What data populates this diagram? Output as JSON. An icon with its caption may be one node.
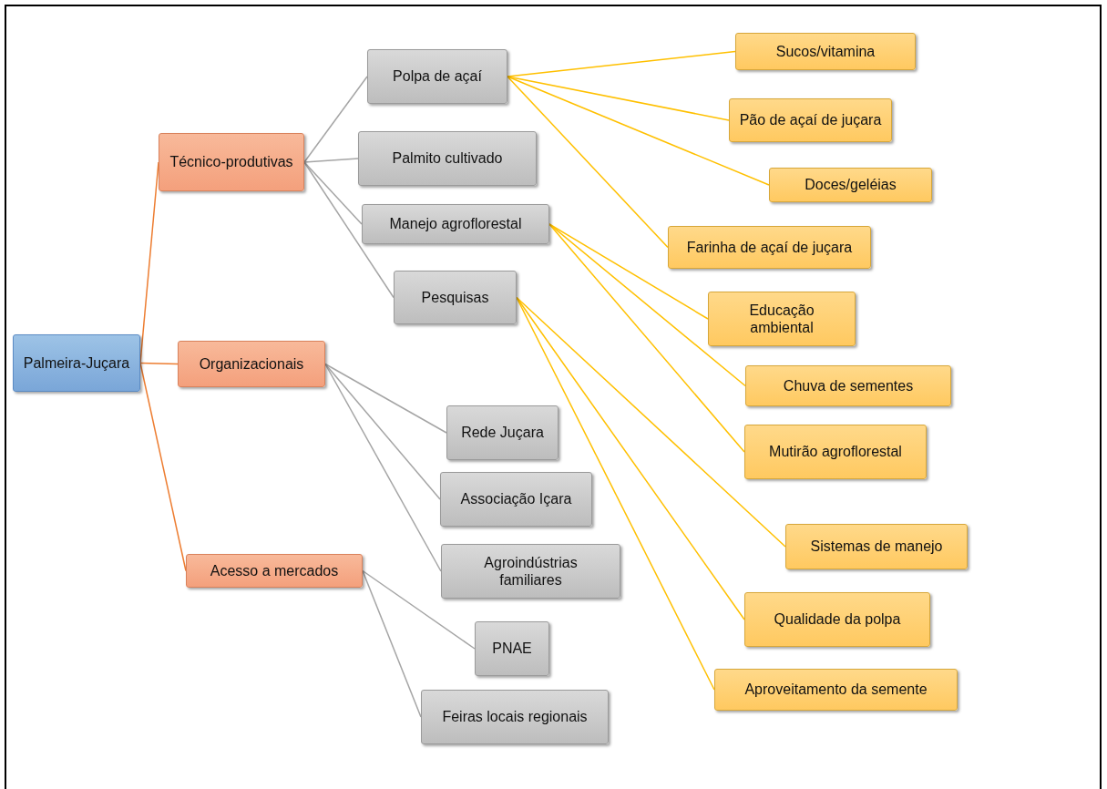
{
  "diagram": {
    "nodes": [
      {
        "text": [
          "Palmeira-Juçara"
        ]
      },
      {
        "text": [
          "Técnico-produtivas"
        ]
      },
      {
        "text": [
          "Organizacionais"
        ]
      },
      {
        "text": [
          "Acesso a mercados"
        ]
      },
      {
        "text": [
          "Polpa de açaí"
        ]
      },
      {
        "text": [
          "Palmito cultivado"
        ]
      },
      {
        "text": [
          "Manejo agroflorestal"
        ]
      },
      {
        "text": [
          "Pesquisas"
        ]
      },
      {
        "text": [
          "Sucos/vitamina"
        ]
      },
      {
        "text": [
          "Pão de açaí de juçara"
        ]
      },
      {
        "text": [
          "Doces/geléias"
        ]
      },
      {
        "text": [
          "Farinha de açaí de juçara"
        ]
      },
      {
        "text": [
          "Educação ambiental"
        ]
      },
      {
        "text": [
          "Chuva de sementes"
        ]
      },
      {
        "text": [
          "Mutirão agroflorestal"
        ]
      },
      {
        "text": [
          "Sistemas de manejo"
        ]
      },
      {
        "text": [
          "Qualidade da polpa"
        ]
      },
      {
        "text": [
          "Aproveitamento da semente"
        ]
      },
      {
        "text": [
          "Rede Juçara"
        ]
      },
      {
        "text": [
          "Associação Içara"
        ]
      },
      {
        "text": [
          "Agroindústrias familiares"
        ]
      },
      {
        "text": [
          "PNAE"
        ]
      },
      {
        "text": [
          "Feiras locais regionais"
        ]
      }
    ],
    "edges": [
      {
        "from": 0,
        "to": 1,
        "arrow": "none",
        "color": "#ed7d31"
      },
      {
        "from": 0,
        "to": 2,
        "arrow": "none",
        "color": "#ed7d31"
      },
      {
        "from": 0,
        "to": 3,
        "arrow": "none",
        "color": "#ed7d31"
      },
      {
        "from": 1,
        "to": 4,
        "arrow": "none",
        "color": "#a5a5a5"
      },
      {
        "from": 1,
        "to": 5,
        "arrow": "none",
        "color": "#a5a5a5"
      },
      {
        "from": 1,
        "to": 6,
        "arrow": "none",
        "color": "#a5a5a5"
      },
      {
        "from": 1,
        "to": 7,
        "arrow": "none",
        "color": "#a5a5a5"
      },
      {
        "from": 4,
        "to": 8,
        "arrow": "none"
      },
      {
        "from": 4,
        "to": 9,
        "arrow": "none"
      },
      {
        "from": 4,
        "to": 10,
        "arrow": "none"
      },
      {
        "from": 4,
        "to": 11,
        "arrow": "none"
      },
      {
        "from": 6,
        "to": 12,
        "arrow": "none"
      },
      {
        "from": 6,
        "to": 13,
        "arrow": "none"
      },
      {
        "from": 6,
        "to": 14,
        "arrow": "none"
      },
      {
        "from": 7,
        "to": 15,
        "arrow": "none"
      },
      {
        "from": 7,
        "to": 16,
        "arrow": "none"
      },
      {
        "from": 7,
        "to": 17,
        "arrow": "none"
      },
      {
        "from": 2,
        "to": 18,
        "arrow": "none",
        "color": "#a5a5a5"
      },
      {
        "from": 2,
        "to": 19,
        "arrow": "none",
        "color": "#a5a5a5"
      },
      {
        "from": 2,
        "to": 20,
        "arrow": "none",
        "color": "#a5a5a5"
      },
      {
        "from": 3,
        "to": 21,
        "arrow": "none",
        "color": "#a5a5a5"
      },
      {
        "from": 3,
        "to": 22,
        "arrow": "none",
        "color": "#a5a5a5"
      }
    ]
  }
}
